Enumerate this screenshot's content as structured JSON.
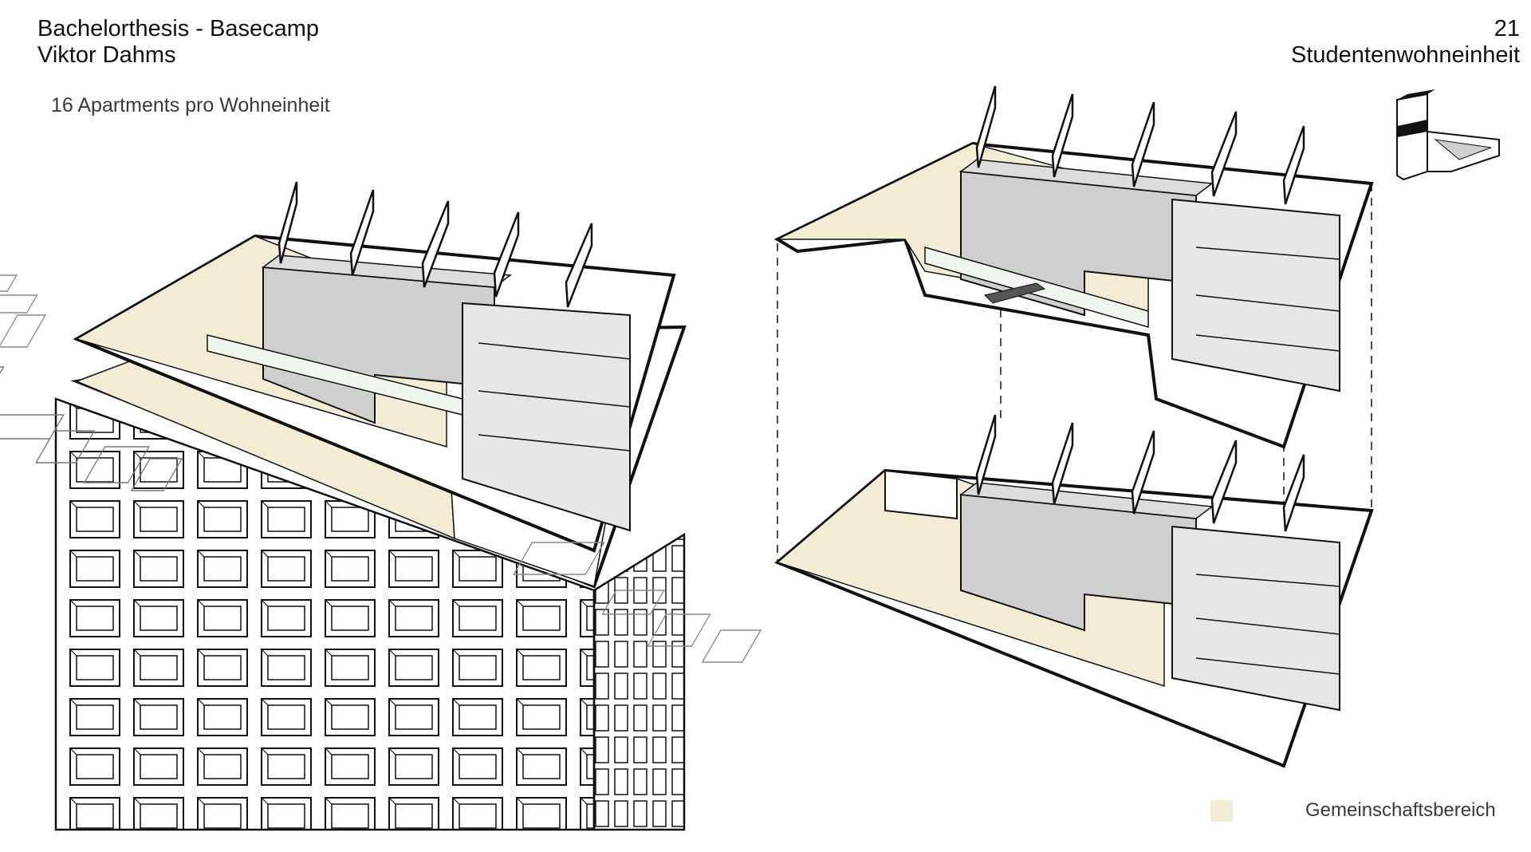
{
  "header": {
    "project": "Bachelorthesis - Basecamp",
    "author": "Viktor Dahms",
    "page_number": "21",
    "section": "Studentenwohneinheit"
  },
  "subtitle": "16 Apartments pro Wohneinheit",
  "legend": {
    "label": "Gemeinschaftsbereich",
    "color": "#f3ecd5"
  },
  "colors": {
    "common_area": "#f3ecd5",
    "core_wall": "#cfcfcf",
    "apartment_wall": "#e6e6e6",
    "line": "#111111"
  },
  "icons": [
    "tower-key-plan-icon"
  ]
}
